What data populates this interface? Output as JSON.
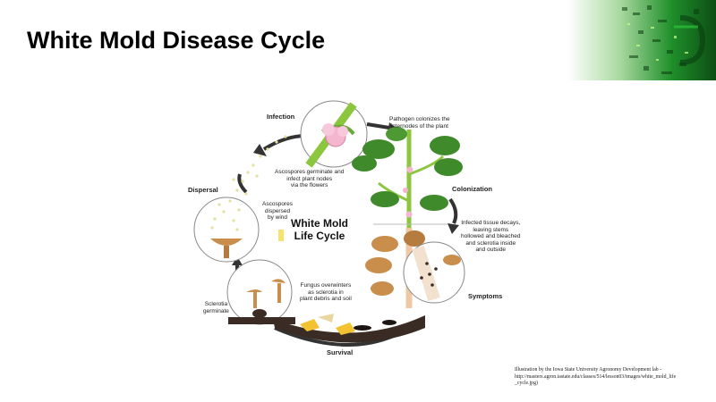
{
  "slide": {
    "title": "White Mold Disease Cycle"
  },
  "diagram": {
    "center_title_line1": "White Mold",
    "center_title_line2": "Life Cycle",
    "stages": {
      "infection": "Infection",
      "colonization": "Colonization",
      "symptoms": "Symptoms",
      "survival": "Survival",
      "dispersal": "Dispersal"
    },
    "notes": {
      "infection": [
        "Ascospores germinate and",
        "infect plant nodes",
        "via the flowers"
      ],
      "colonization": [
        "Pathogen colonizes the",
        "internodes of the plant"
      ],
      "symptoms": [
        "Infected tissue decays,",
        "leaving stems",
        "hollowed and bleached",
        "and sclerotia inside",
        "and outside"
      ],
      "survival": [
        "Fungus overwinters",
        "as sclerotia in",
        "plant debris and soil"
      ],
      "dispersal": [
        "Ascospores",
        "dispersed",
        "by wind"
      ],
      "germination": [
        "Sclerotia",
        "germinate"
      ]
    }
  },
  "credit": {
    "lines": [
      "Illustration by the Iowa State University Agronomy Development lab -",
      "http://masters.agron.iastate.edu/classes/514/lesson03/images/white_mold_life",
      "_cycle.jpg)"
    ]
  },
  "colors": {
    "leaf_green": "#3f8a2a",
    "stem_green": "#8cc63f",
    "flower_pink": "#f4b6cf",
    "mushroom_tan": "#c98e4c",
    "soil_dark": "#3a2c24",
    "arrow_dark": "#333333",
    "corner_green": "#1f8f2a"
  }
}
